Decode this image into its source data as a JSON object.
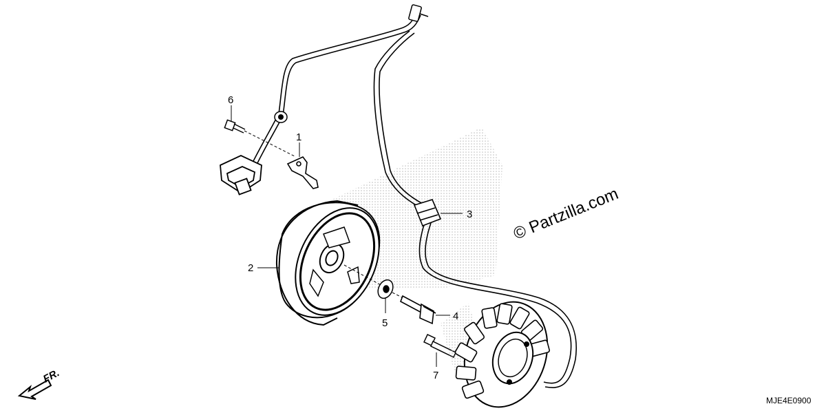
{
  "callouts": {
    "c1": "1",
    "c2": "2",
    "c3": "3",
    "c4": "4",
    "c5": "5",
    "c6": "6",
    "c7": "7"
  },
  "watermark": "© Partzilla.com",
  "diagram_code": "MJE4E0900",
  "direction": {
    "label": "FR.",
    "icon": "arrow-left-icon"
  },
  "colors": {
    "ink": "#000000",
    "stipple": "#c8c8c8"
  }
}
